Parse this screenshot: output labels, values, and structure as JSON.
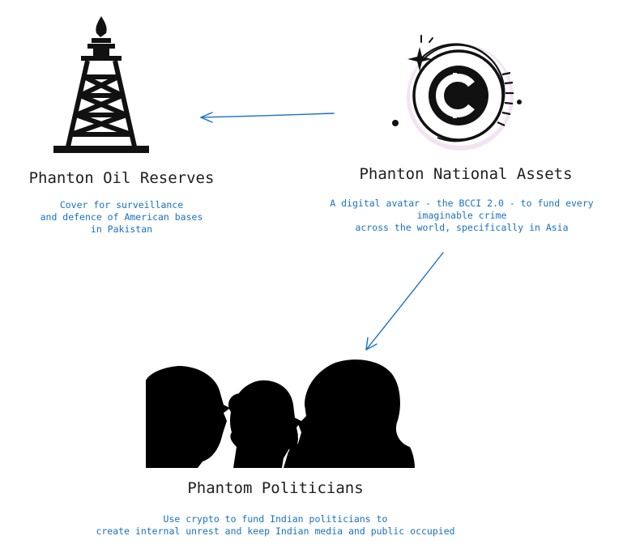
{
  "nodes": {
    "oil": {
      "title": "Phanton Oil Reserves",
      "description": [
        "Cover for surveillance",
        "and defence of American bases",
        "in Pakistan"
      ],
      "icon": "oil-derrick-icon"
    },
    "assets": {
      "title": "Phanton National Assets",
      "description": [
        "A digital avatar - the BCCI 2.0 - to fund every",
        "imaginable crime",
        "across the world, specifically in Asia"
      ],
      "icon": "crypto-coin-icon"
    },
    "politicians": {
      "title": "Phantom Politicians",
      "description": [
        "Use crypto to fund Indian politicians to",
        "create internal unrest and keep Indian media and public occupied"
      ],
      "icon": "whispering-silhouettes-image"
    }
  },
  "edges": [
    {
      "from": "assets",
      "to": "oil"
    },
    {
      "from": "assets",
      "to": "politicians"
    }
  ],
  "colors": {
    "title": "#1e1e1e",
    "description": "#1971c2",
    "arrow": "#1971c2",
    "icon": "#111111",
    "coin_glow": "#f3e4f3"
  }
}
